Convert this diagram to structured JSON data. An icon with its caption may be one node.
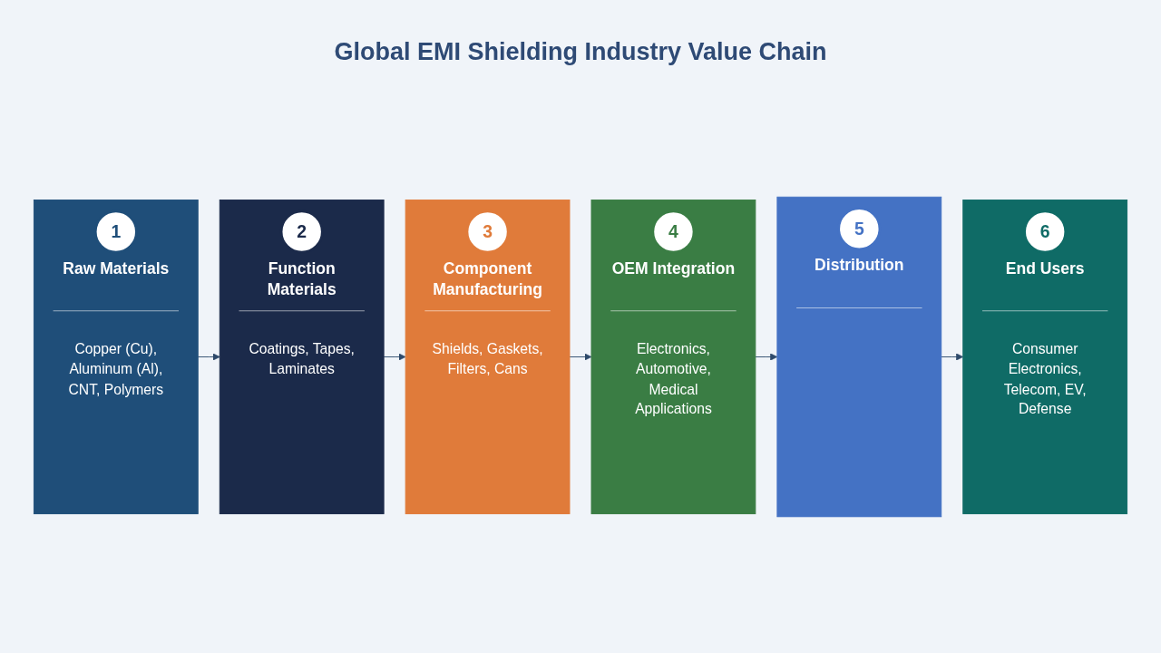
{
  "diagram": {
    "title": "Global EMI Shielding Industry Value Chain",
    "nodes": [
      {
        "text": [
          "1",
          "Raw Materials",
          "Copper (Cu), Aluminum (Al), CNT, Polymers"
        ]
      },
      {
        "text": [
          "2",
          "Function Materials",
          "Coatings, Tapes, Laminates"
        ]
      },
      {
        "text": [
          "3",
          "Component Manufacturing",
          "Shields, Gaskets, Filters, Cans"
        ]
      },
      {
        "text": [
          "4",
          "OEM Integration",
          "Electronics, Automotive, Medical Applications"
        ]
      },
      {
        "text": [
          "5",
          "Distribution"
        ]
      },
      {
        "text": [
          "6",
          "End Users",
          "Consumer Electronics, Telecom, EV, Defense"
        ]
      }
    ],
    "edges": [
      {
        "from": 0,
        "to": 1,
        "arrow": "to"
      },
      {
        "from": 1,
        "to": 2,
        "arrow": "to"
      },
      {
        "from": 2,
        "to": 3,
        "arrow": "to"
      },
      {
        "from": 3,
        "to": 4,
        "arrow": "to"
      },
      {
        "from": 4,
        "to": 5,
        "arrow": "to"
      }
    ]
  }
}
